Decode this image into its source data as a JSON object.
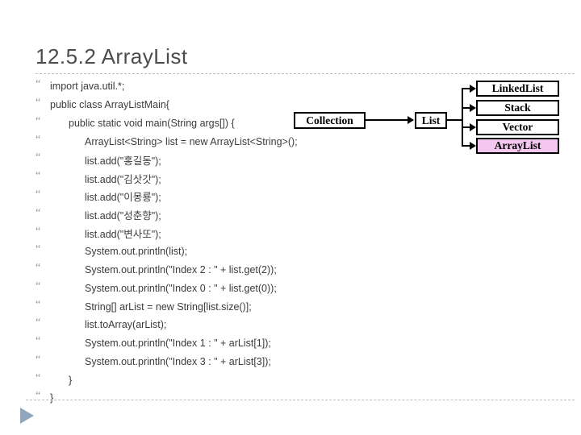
{
  "slide": {
    "title": "12.5.2 ArrayList",
    "bullet_glyph": "“",
    "code_lines": [
      {
        "indent": 0,
        "text": "import java.util.*;"
      },
      {
        "indent": 0,
        "text": "public class ArrayListMain{"
      },
      {
        "indent": 1,
        "text": "public static void main(String args[]) {"
      },
      {
        "indent": 2,
        "text": "ArrayList<String> list = new ArrayList<String>();"
      },
      {
        "indent": 2,
        "text": "list.add(\"홍길동\");"
      },
      {
        "indent": 2,
        "text": "list.add(\"김삿갓\");"
      },
      {
        "indent": 2,
        "text": "list.add(\"이몽룡\");"
      },
      {
        "indent": 2,
        "text": "list.add(\"성춘향\");"
      },
      {
        "indent": 2,
        "text": "list.add(\"변사또\");"
      },
      {
        "indent": 2,
        "text": "System.out.println(list);"
      },
      {
        "indent": 2,
        "text": "System.out.println(\"Index 2 : \" + list.get(2));"
      },
      {
        "indent": 2,
        "text": "System.out.println(\"Index 0 : \" + list.get(0));"
      },
      {
        "indent": 2,
        "text": "String[] arList = new String[list.size()];"
      },
      {
        "indent": 2,
        "text": "list.toArray(arList);"
      },
      {
        "indent": 2,
        "text": "System.out.println(\"Index 1 : \" + arList[1]);"
      },
      {
        "indent": 2,
        "text": "System.out.println(\"Index 3 : \" + arList[3]);"
      },
      {
        "indent": 1,
        "text": "}"
      },
      {
        "indent": 0,
        "text": "}"
      }
    ]
  },
  "diagram": {
    "root_label": "Collection",
    "middle_label": "List",
    "children": [
      "LinkedList",
      "Stack",
      "Vector",
      "ArrayList"
    ],
    "highlighted_child": "ArrayList",
    "highlight_color": "#f3c7f0",
    "line_color": "#000000"
  },
  "decor": {
    "footer_arrow_icon": "play-arrow",
    "footer_arrow_color": "#8fa8c0",
    "rule_style": "dashed"
  }
}
